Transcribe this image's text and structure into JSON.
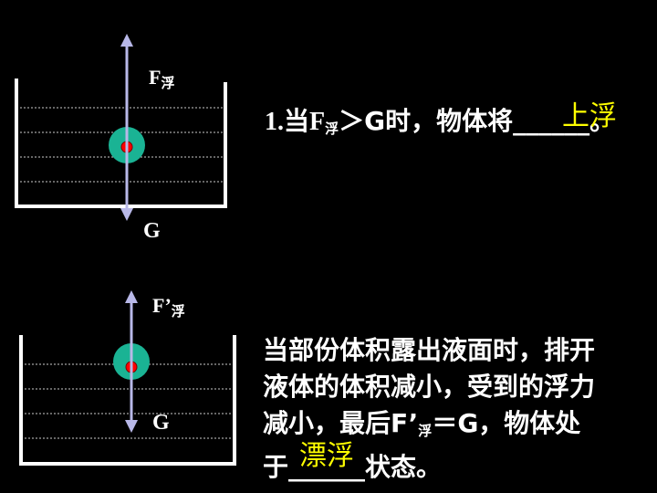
{
  "diagram1": {
    "force_up_label": "F",
    "force_up_sub": "浮",
    "force_down_label": "G"
  },
  "diagram2": {
    "force_up_label": "F’",
    "force_up_sub": "浮",
    "force_down_label": "G"
  },
  "question1": {
    "prefix": "1.当F",
    "sub": "浮",
    "middle": "＞G时，物体将",
    "blank": "______",
    "suffix": "。",
    "answer": "上浮"
  },
  "question2": {
    "line1": "当部份体积露出液面时，排开",
    "line2": "液体的体积减小，受到的浮力",
    "line3_a": "减小，最后F’",
    "line3_sub": "浮",
    "line3_b": "＝G，物体处",
    "line4_a": "于",
    "line4_blank": "______",
    "line4_b": "状态。",
    "answer": "漂浮"
  },
  "colors": {
    "background": "#000000",
    "water_line": "#cccccc",
    "container": "#ffffff",
    "arrow": "#b8b8e8",
    "object_outer": "#1ab394",
    "object_core": "#ff0000",
    "answer": "#ffff00"
  }
}
